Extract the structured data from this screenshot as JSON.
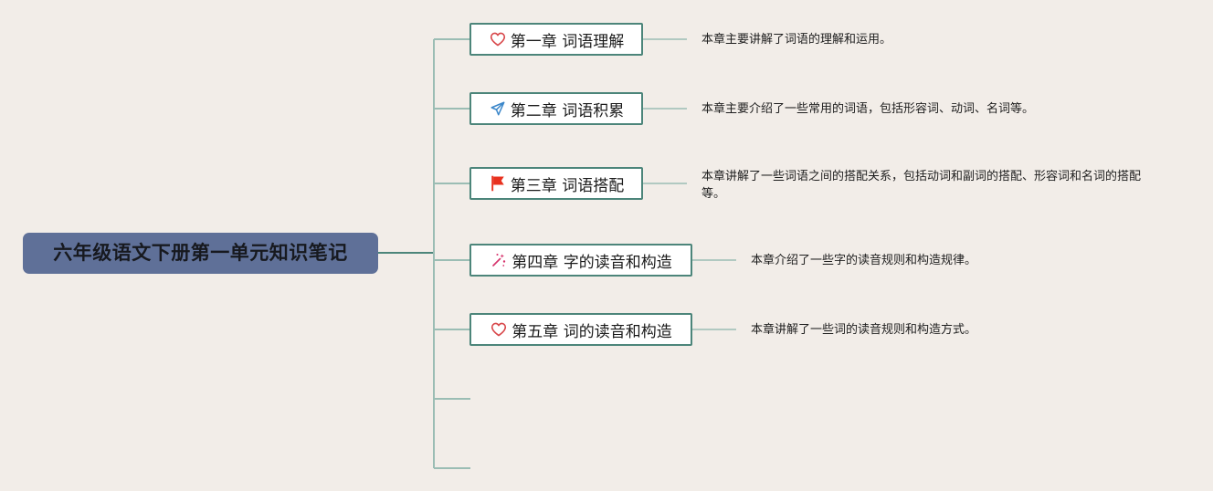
{
  "mindmap": {
    "central_topic": "六年级语文下册第一单元知识笔记",
    "chapters": [
      {
        "label": "第一章 词语理解",
        "icon": "heart-icon",
        "description": "本章主要讲解了词语的理解和运用。"
      },
      {
        "label": "第二章 词语积累",
        "icon": "paper-plane-icon",
        "description": "本章主要介绍了一些常用的词语，包括形容词、动词、名词等。"
      },
      {
        "label": "第三章 词语搭配",
        "icon": "flag-icon",
        "description": "本章讲解了一些词语之间的搭配关系，包括动词和副词的搭配、形容词和名词的搭配等。"
      },
      {
        "label": "第四章 字的读音和构造",
        "icon": "sparkle-icon",
        "description": "本章介绍了一些字的读音规则和构造规律。"
      },
      {
        "label": "第五章 词的读音和构造",
        "icon": "heart-icon",
        "description": "本章讲解了一些词的读音规则和构造方式。"
      }
    ],
    "colors": {
      "background": "#f2ede8",
      "central_fill": "#5f7098",
      "branch_line": "#4c857a",
      "detail_line": "#9bbdb4",
      "heart": "#d8474a",
      "plane": "#3a86c9",
      "flag": "#e8311e",
      "sparkle": "#d6336c"
    }
  }
}
